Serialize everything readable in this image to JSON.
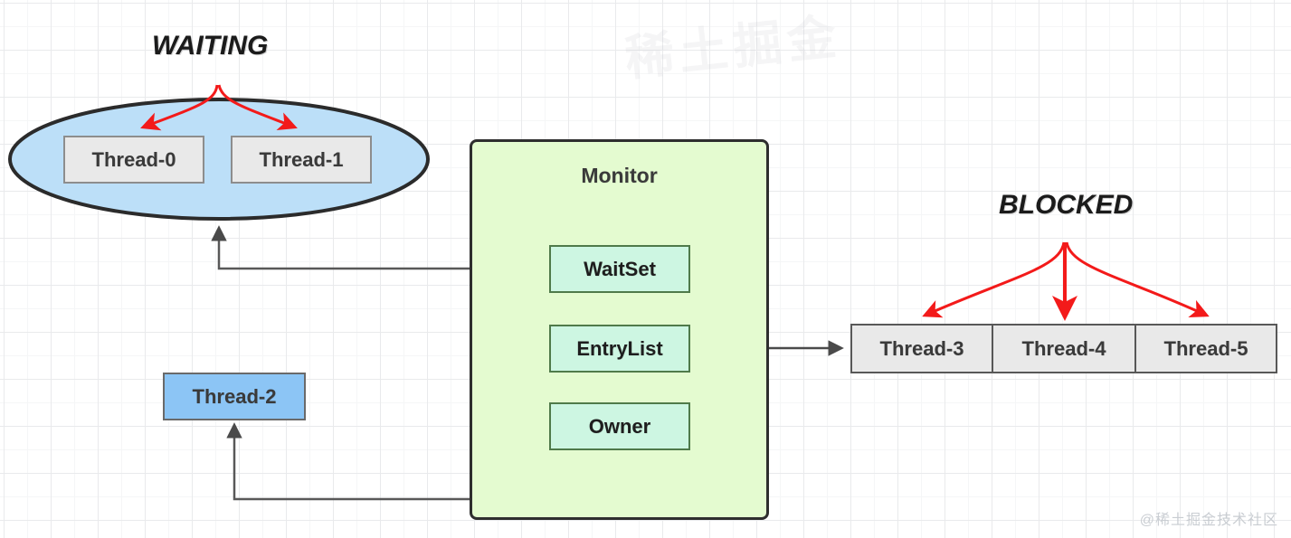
{
  "diagram": {
    "title_waiting": "WAITING",
    "title_blocked": "BLOCKED",
    "monitor": {
      "title": "Monitor",
      "slots": [
        {
          "label": "WaitSet"
        },
        {
          "label": "EntryList"
        },
        {
          "label": "Owner"
        }
      ]
    },
    "waiting_threads": [
      {
        "label": "Thread-0"
      },
      {
        "label": "Thread-1"
      }
    ],
    "owner_thread": {
      "label": "Thread-2"
    },
    "blocked_threads": [
      {
        "label": "Thread-3"
      },
      {
        "label": "Thread-4"
      },
      {
        "label": "Thread-5"
      }
    ],
    "colors": {
      "ellipse_fill": "#bcdff8",
      "ellipse_stroke": "#2b2b2b",
      "monitor_fill": "#e4fbd0",
      "monitor_stroke": "#2e2e2e",
      "slot_fill": "#cdf6e2",
      "slot_stroke": "#4f7a4a",
      "thread_gray_fill": "#e9e9e9",
      "thread_blue_fill": "#8cc5f5",
      "arrow_red": "#f31a1a",
      "arrow_dark": "#4a4a4a"
    }
  },
  "watermark": {
    "bottom_right": "@稀土掘金技术社区",
    "top": "稀土掘金"
  }
}
